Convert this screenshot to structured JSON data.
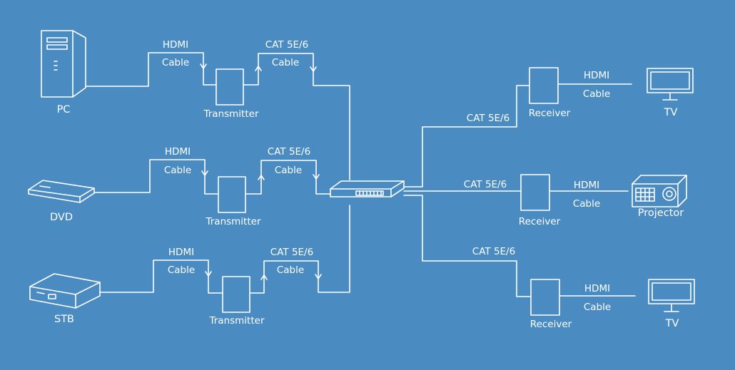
{
  "sources": {
    "pc": "PC",
    "dvd": "DVD",
    "stb": "STB"
  },
  "displays": {
    "tv_top": "TV",
    "projector": "Projector",
    "tv_bottom": "TV"
  },
  "labels": {
    "transmitter": "Transmitter",
    "receiver": "Receiver",
    "hdmi": "HDMI",
    "cable": "Cable",
    "cat": "CAT 5E/6"
  },
  "colors": {
    "background": "#4a8bc2",
    "line": "#ffffff"
  }
}
